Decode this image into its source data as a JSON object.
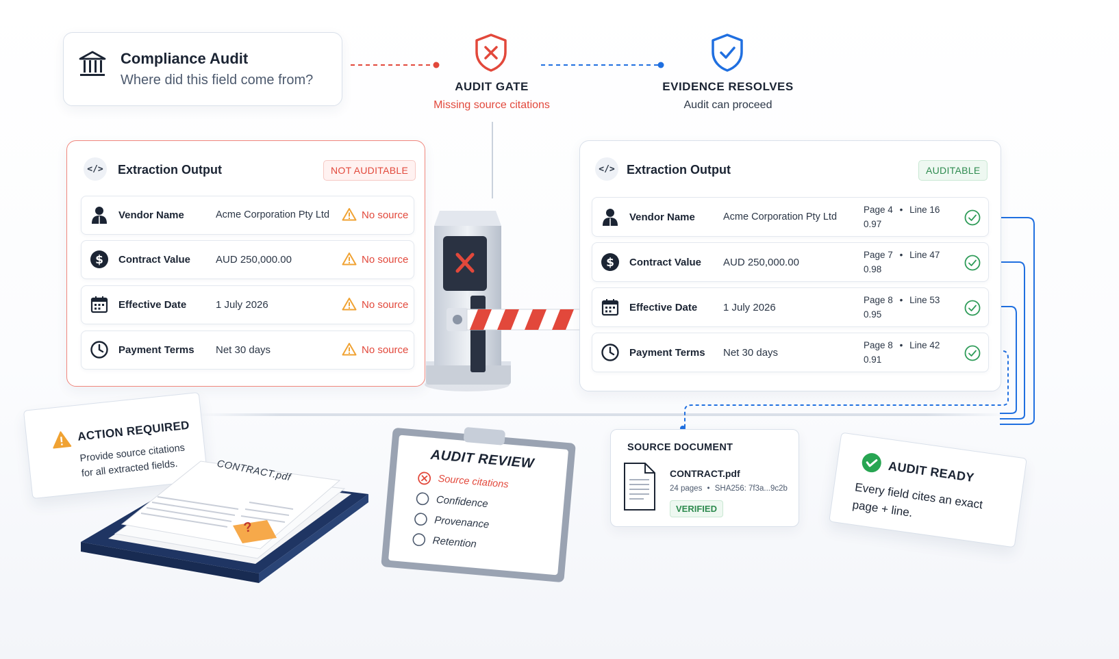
{
  "header": {
    "title": "Compliance Audit",
    "subtitle": "Where did this field come from?"
  },
  "gate": {
    "title": "AUDIT GATE",
    "subtitle": "Missing source citations"
  },
  "resolve": {
    "title": "EVIDENCE RESOLVES",
    "subtitle": "Audit can proceed"
  },
  "left_panel": {
    "icon": "code-icon",
    "title": "Extraction Output",
    "badge": "NOT AUDITABLE",
    "rows": [
      {
        "icon": "person-icon",
        "label": "Vendor Name",
        "value": "Acme Corporation Pty Ltd",
        "status": "No source"
      },
      {
        "icon": "dollar-icon",
        "label": "Contract Value",
        "value": "AUD 250,000.00",
        "status": "No source"
      },
      {
        "icon": "calendar-icon",
        "label": "Effective Date",
        "value": "1 July 2026",
        "status": "No source"
      },
      {
        "icon": "clock-icon",
        "label": "Payment Terms",
        "value": "Net 30 days",
        "status": "No source"
      }
    ]
  },
  "right_panel": {
    "icon": "code-icon",
    "title": "Extraction Output",
    "badge": "AUDITABLE",
    "rows": [
      {
        "icon": "person-icon",
        "label": "Vendor Name",
        "value": "Acme Corporation Pty Ltd",
        "page": "Page 4",
        "sep": "•",
        "line": "Line 16",
        "confidence": "0.97"
      },
      {
        "icon": "dollar-icon",
        "label": "Contract Value",
        "value": "AUD 250,000.00",
        "page": "Page 7",
        "sep": "•",
        "line": "Line 47",
        "confidence": "0.98"
      },
      {
        "icon": "calendar-icon",
        "label": "Effective Date",
        "value": "1 July 2026",
        "page": "Page 8",
        "sep": "•",
        "line": "Line 53",
        "confidence": "0.95"
      },
      {
        "icon": "clock-icon",
        "label": "Payment Terms",
        "value": "Net 30 days",
        "page": "Page 8",
        "sep": "•",
        "line": "Line 42",
        "confidence": "0.91"
      }
    ]
  },
  "action_card": {
    "title": "ACTION REQUIRED",
    "line1": "Provide source citations",
    "line2": "for all extracted fields."
  },
  "binder": {
    "doc_label": "CONTRACT.pdf",
    "note": "?"
  },
  "clipboard": {
    "title": "AUDIT REVIEW",
    "items": [
      {
        "label": "Source citations",
        "state": "failed"
      },
      {
        "label": "Confidence",
        "state": "empty"
      },
      {
        "label": "Provenance",
        "state": "empty"
      },
      {
        "label": "Retention",
        "state": "empty"
      }
    ]
  },
  "source_doc": {
    "heading": "SOURCE DOCUMENT",
    "filename": "CONTRACT.pdf",
    "pages": "24 pages",
    "sep": "•",
    "hash": "SHA256: 7f3a...9c2b",
    "badge": "VERIFIED"
  },
  "ready_card": {
    "title": "AUDIT READY",
    "line1": "Every field cites an exact",
    "line2": "page + line."
  },
  "colors": {
    "red": "#e2483b",
    "blue": "#1f6fe0",
    "green": "#2e8b4f",
    "orange": "#f0a232",
    "navy": "#223a66"
  }
}
